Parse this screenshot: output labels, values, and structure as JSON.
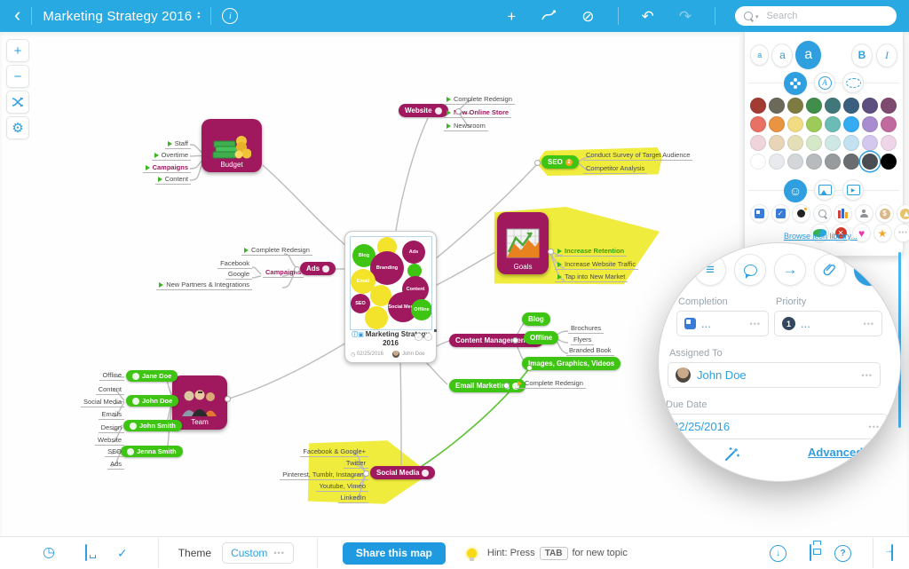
{
  "glyphs": {
    "back": "‹",
    "caret": "▾",
    "plus": "+",
    "minus": "−",
    "block": "⊘",
    "undo": "↶",
    "redo": "↷",
    "check": "✓",
    "arrow": "→",
    "hamburger": "≡",
    "gear": "⚙",
    "clock": "◷",
    "smile": "☺",
    "play": "▶",
    "heart": "♥",
    "star": "★",
    "x": "✕",
    "dollar": "$",
    "q": "?",
    "down": "↓",
    "dots": "•••",
    "a": "a",
    "A": "A",
    "up_down": "▴▾",
    "i": "i"
  },
  "topbar": {
    "title": "Marketing Strategy 2016",
    "search_placeholder": "Search"
  },
  "panel": {
    "font_small": "a",
    "font_medium": "a",
    "font_large": "a",
    "bold": "B",
    "italic": "I",
    "tabs": [
      "color-palette",
      "text-color",
      "boundary"
    ],
    "colors": [
      "#a23b32",
      "#6b695a",
      "#7d7b41",
      "#3f8e4c",
      "#41767a",
      "#3a5f7f",
      "#5d4f7f",
      "#7f4a6f",
      "#e87064",
      "#e89440",
      "#f2dc81",
      "#9ccb59",
      "#6bbcb4",
      "#35abf2",
      "#a98bd0",
      "#c06a9e",
      "#efd5db",
      "#e8d5b8",
      "#e5dfb8",
      "#d5e8c8",
      "#cfe8e5",
      "#c3e1f0",
      "#d5c8ee",
      "#eed5e8",
      "#ffffff",
      "#e8eaed",
      "#d4d7da",
      "#b7bbbe",
      "#979b9e",
      "#6a6e71",
      "#4a4e52",
      "#000000"
    ],
    "media_tabs": [
      "emoji",
      "image",
      "video"
    ],
    "icons_row1": [
      "progress-icon",
      "checkbox-icon",
      "bomb-icon",
      "magnifier-icon",
      "podium-icon",
      "person-icon",
      "money-bag-icon",
      "thumbs-up-icon"
    ],
    "icons_row2": [
      "sticker-icon",
      "cross-icon",
      "heart-icon",
      "star-icon",
      "more-icon"
    ],
    "browse_link": "Browse icon library..."
  },
  "overlay": {
    "completion_label": "Completion",
    "completion_value": "...",
    "priority_label": "Priority",
    "priority_value": "1",
    "priority_text": "...",
    "assigned_label": "Assigned To",
    "assignee": "John Doe",
    "due_label": "Due Date",
    "due_value": "02/25/2016",
    "advanced": "Advanced",
    "dots": "•••"
  },
  "map": {
    "center": {
      "title": "Marketing Strategy 2016",
      "date": "02/25/2016",
      "author": "John Doe",
      "b_blog": "Blog",
      "b_ads": "Ads",
      "b_branding": "Branding",
      "b_email": "Email",
      "b_content": "Content",
      "b_seo": "SEO",
      "b_social": "Social Media",
      "b_offline": "Offline"
    },
    "budget": {
      "label": "Budget",
      "c": [
        "Staff",
        "Overtime",
        "Campaigns",
        "Content"
      ]
    },
    "website": {
      "label": "Website",
      "c": [
        "Complete Redesign",
        "New Online Store",
        "Newsroom"
      ]
    },
    "seo": {
      "label": "SEO",
      "badge": "2",
      "c": [
        "Conduct Survey of Target Audience",
        "Competitor Analysis"
      ]
    },
    "goals": {
      "label": "Goals",
      "c": [
        "Increase Retention",
        "Increase Website Traffic",
        "Tap into New Market"
      ]
    },
    "ads": {
      "label": "Ads",
      "c": [
        "Complete Redesign",
        "Campaigns",
        "Facebook",
        "Google",
        "New Partners & Integrations"
      ]
    },
    "cm": {
      "label": "Content Management",
      "c": [
        "Blog",
        "Offline",
        "Brochures",
        "Flyers",
        "Branded Book",
        "Images, Graphics, Videos"
      ]
    },
    "em": {
      "label": "Email Marketing",
      "c": [
        "Complete Redesign"
      ]
    },
    "team": {
      "label": "Team",
      "c": [
        "Jane Doe",
        "John Doe",
        "John Smith",
        "Jenna Smith"
      ],
      "s": [
        "Offline",
        "Content",
        "Social Media",
        "Emails",
        "Design",
        "Website",
        "SEO",
        "Ads"
      ]
    },
    "social": {
      "label": "Social Media",
      "c": [
        "Facebook & Google+",
        "Twitter",
        "Pinterest, Tumblr, Instagram",
        "Youtube, Vimeo",
        "LinkedIn"
      ]
    }
  },
  "bottombar": {
    "theme_label": "Theme",
    "theme_value": "Custom",
    "share": "Share this map",
    "hint_prefix": "Hint: Press",
    "hint_key": "TAB",
    "hint_suffix": "for new topic"
  }
}
